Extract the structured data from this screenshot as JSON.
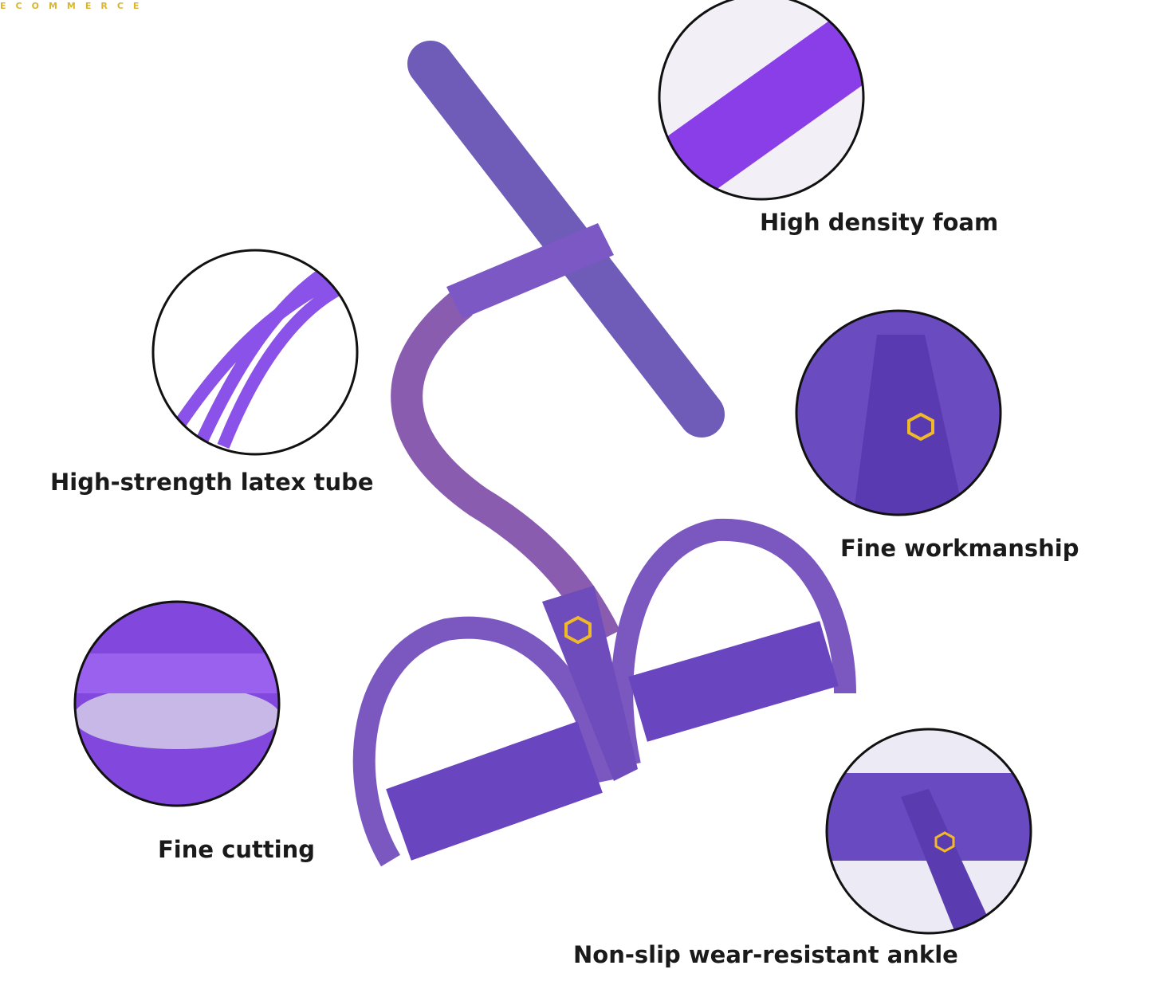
{
  "brand_watermark": "ECOMMERCE",
  "colors": {
    "product": "#7a55c8",
    "product_dark": "#5b3aa8",
    "logo": "#f0b92a",
    "brand_text": "#e8c64a"
  },
  "features": [
    {
      "label": "High density foam"
    },
    {
      "label": "High-strength latex tube"
    },
    {
      "label": "Fine workmanship"
    },
    {
      "label": "Fine cutting"
    },
    {
      "label": "Non-slip wear-resistant ankle"
    }
  ]
}
